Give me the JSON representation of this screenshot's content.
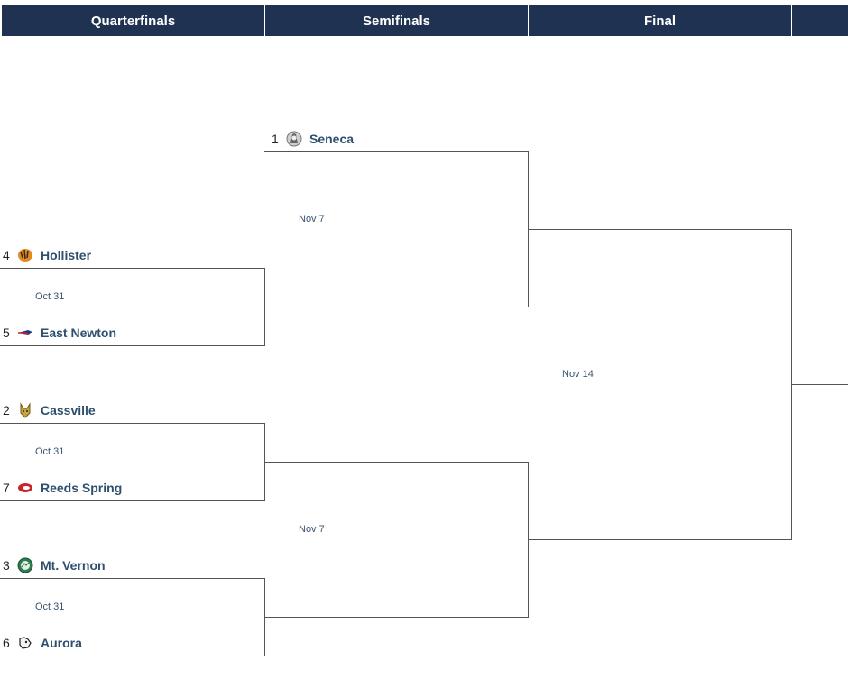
{
  "rounds": [
    {
      "label": "Quarterfinals"
    },
    {
      "label": "Semifinals"
    },
    {
      "label": "Final"
    }
  ],
  "qf": {
    "date1": "Oct 31",
    "date2": "Oct 31",
    "date3": "Oct 31",
    "hollister": {
      "seed": "4",
      "name": "Hollister",
      "icon": "hollister-tiger-logo-icon"
    },
    "east_newton": {
      "seed": "5",
      "name": "East Newton",
      "icon": "east-newton-patriot-logo-icon"
    },
    "cassville": {
      "seed": "2",
      "name": "Cassville",
      "icon": "cassville-wildcat-logo-icon"
    },
    "reeds_spring": {
      "seed": "7",
      "name": "Reeds Spring",
      "icon": "reeds-spring-wolf-logo-icon"
    },
    "mt_vernon": {
      "seed": "3",
      "name": "Mt. Vernon",
      "icon": "mt-vernon-mountaineer-logo-icon"
    },
    "aurora": {
      "seed": "6",
      "name": "Aurora",
      "icon": "aurora-houn-dog-logo-icon"
    }
  },
  "sf": {
    "date1": "Nov 7",
    "date2": "Nov 7",
    "seneca": {
      "seed": "1",
      "name": "Seneca",
      "icon": "seneca-indian-logo-icon"
    }
  },
  "final": {
    "date": "Nov 14"
  },
  "colors": {
    "header_bg": "#1f3252",
    "team_name": "#2e4f6e",
    "lines": "#555555"
  }
}
